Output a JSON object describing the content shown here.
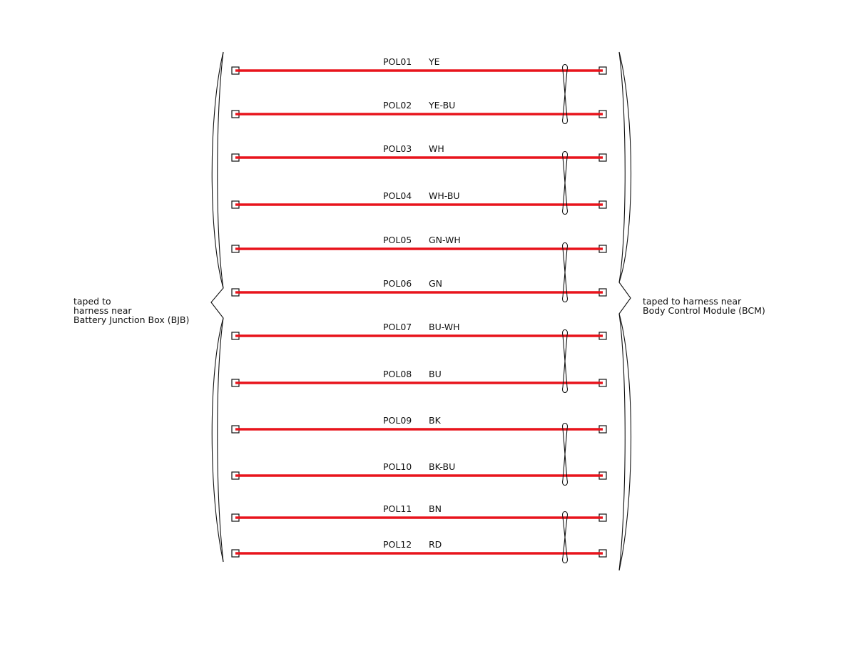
{
  "wires": [
    {
      "id": "POL01",
      "color": "YE"
    },
    {
      "id": "POL02",
      "color": "YE-BU"
    },
    {
      "id": "POL03",
      "color": "WH"
    },
    {
      "id": "POL04",
      "color": "WH-BU"
    },
    {
      "id": "POL05",
      "color": "GN-WH"
    },
    {
      "id": "POL06",
      "color": "GN"
    },
    {
      "id": "POL07",
      "color": "BU-WH"
    },
    {
      "id": "POL08",
      "color": "BU"
    },
    {
      "id": "POL09",
      "color": "BK"
    },
    {
      "id": "POL10",
      "color": "BK-BU"
    },
    {
      "id": "POL11",
      "color": "BN"
    },
    {
      "id": "POL12",
      "color": "RD"
    }
  ],
  "twisted_pairs": [
    [
      0,
      1
    ],
    [
      2,
      3
    ],
    [
      4,
      5
    ],
    [
      6,
      7
    ],
    [
      8,
      9
    ],
    [
      10,
      11
    ]
  ],
  "left_note": [
    "taped to",
    "harness near",
    "Battery Junction Box (BJB)"
  ],
  "right_note": [
    "taped to harness near",
    "Body Control Module (BCM)"
  ],
  "colors": {
    "wire": "#e8141c",
    "line": "#111111"
  }
}
